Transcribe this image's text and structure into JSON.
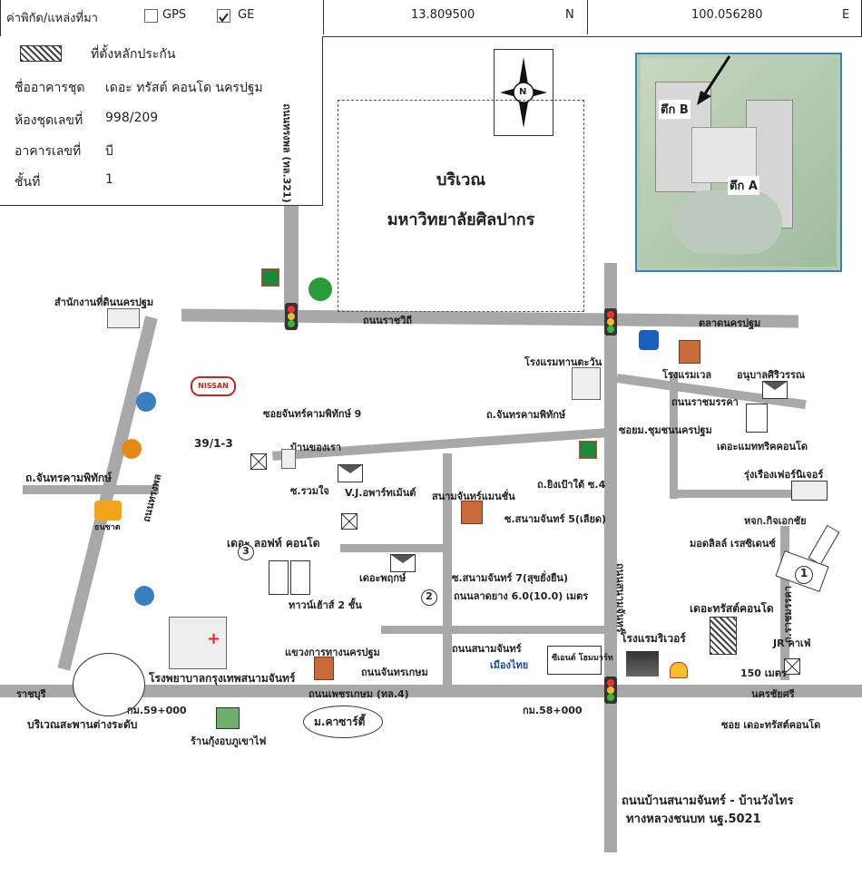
{
  "header": {
    "coord_source_label": "ค่าพิกัด/แหล่งที่มา",
    "gps_label": "GPS",
    "gps_checked": false,
    "ge_label": "GE",
    "ge_checked": true,
    "latitude": "13.809500",
    "lat_dir": "N",
    "longitude": "100.056280",
    "lon_dir": "E"
  },
  "info": {
    "legend_label": "ที่ตั้งหลักประกัน",
    "rows": [
      {
        "label": "ชื่ออาคารชุด",
        "value": "เดอะ ทรัสต์ คอนโด นครปฐม"
      },
      {
        "label": "ห้องชุดเลขที่",
        "value": "998/209"
      },
      {
        "label": "อาคารเลขที่",
        "value": "บี"
      },
      {
        "label": "ชั้นที่",
        "value": "1"
      }
    ]
  },
  "compass": {
    "letter": "N"
  },
  "inset": {
    "building_b": "ตึก B",
    "building_a": "ตึก A"
  },
  "university": {
    "line1": "บริเวณ",
    "line2": "มหาวิทยาลัยศิลปากร"
  },
  "roads": {
    "rajvithi": "ถนนราชวิถี",
    "talad": "ตลาดนครปฐม",
    "rajmanka": "ถนนราชมรรคา",
    "petchkasem": "ถนนเพชรเกษม (ทล.4)",
    "nakhonchaisri": "นครชัยศรี",
    "ratchaburi": "ราชบุรี",
    "top_left_vertical": "ถนนทรงพล (ทล.321)",
    "song_phon": "ถนนทรงพล",
    "sanam_chan_road": "ถนนสนามจันทร์",
    "chan_kasem_road": "ถนนจันทรเกษม",
    "lady_road": "ถนนลาดยาง 6.0(10.0) เมตร",
    "ban_sanam": "ถนนบ้านสนามจันทร์ - บ้านวังไทร",
    "rural_road": "ทางหลวงชนบท นฐ.5021",
    "soi_chan_9": "ซอยจันทร์คามพิทักษ์ 9",
    "soi_chan": "ถ.จันทรคามพิทักษ์",
    "soi_chan_left": "ถ.จันทรคามพิทักษ์",
    "soi_ruamjai": "ซ.รวมใจ",
    "soi_ying": "ถ.ยิงเป้าใต้ ซ.4",
    "soi_sanam5": "ซ.สนามจันทร์ 5(เลียด)",
    "soi_sanam7": "ซ.สนามจันทร์ 7(สุขยั่งยืน)",
    "soi_chumchon": "ซอยม.ชุมชนนครปฐม",
    "rama_road": "ถ.ราชมรรคา",
    "soi_trust": "ซอย เดอะทรัสต์คอนโด",
    "right_vertical": "ถนนสนามจันทร์"
  },
  "places": {
    "land_office": "สำนักงานที่ดินนครปฐม",
    "hotel_tawan": "โรงแรมทานตะวัน",
    "hotel_well": "โรงแรมเวล",
    "monument": "อนุบาลศิริวรรณ",
    "matrix": "เดอะแมททริคคอนโด",
    "rung_rueang": "รุ่งเรืองเฟอร์นิเจอร์",
    "hor_kit": "หจก.กิจเอกชัย",
    "mot_leud": "มอดลิลล์ เรสซิเดนซ์",
    "trust_condo": "เดอะทรัสต์คอนโด",
    "jr_cafe": "JR คาเฟ่",
    "distance": "150 เมตร",
    "river_hotel": "โรงแรมริเวอร์",
    "num_39": "39/1-3",
    "ban_song": "บ้านของเรา",
    "vj_apartment": "V.J.อพาร์ทเม้นต์",
    "sanam_chan_mansion": "สนามจันทร์แมนชั่น",
    "the_land_condo": "เดอะ ลอฟท์ คอนโด",
    "townhouse": "ทาวน์เฮ้าส์ 2 ชั้น",
    "the_pruk": "เดอะพฤกษ์",
    "hospital": "โรงพยาบาลกรุงเทพสนามจันทร์",
    "sangkhom": "แขวงการทางนครปฐม",
    "muang_thai": "เมืองไทย",
    "silom": "ซีเอนต์ โฮมมาร์ท",
    "km59": "กม.59+000",
    "km58": "กม.58+000",
    "bridge": "บริเวณสะพานต่างระดับ",
    "shop": "ร้านกุ้งอบภูเขาไฟ",
    "university_short": "ม.คาซาร์ตี้",
    "nissan": "NISSAN",
    "thanachart": "ธนชาต",
    "marker1": "1",
    "marker2": "2",
    "marker3": "3"
  },
  "colors": {
    "road": "#a8a8a8",
    "inset_bg": "#3a7fbf",
    "legend_hatch": "#444"
  }
}
